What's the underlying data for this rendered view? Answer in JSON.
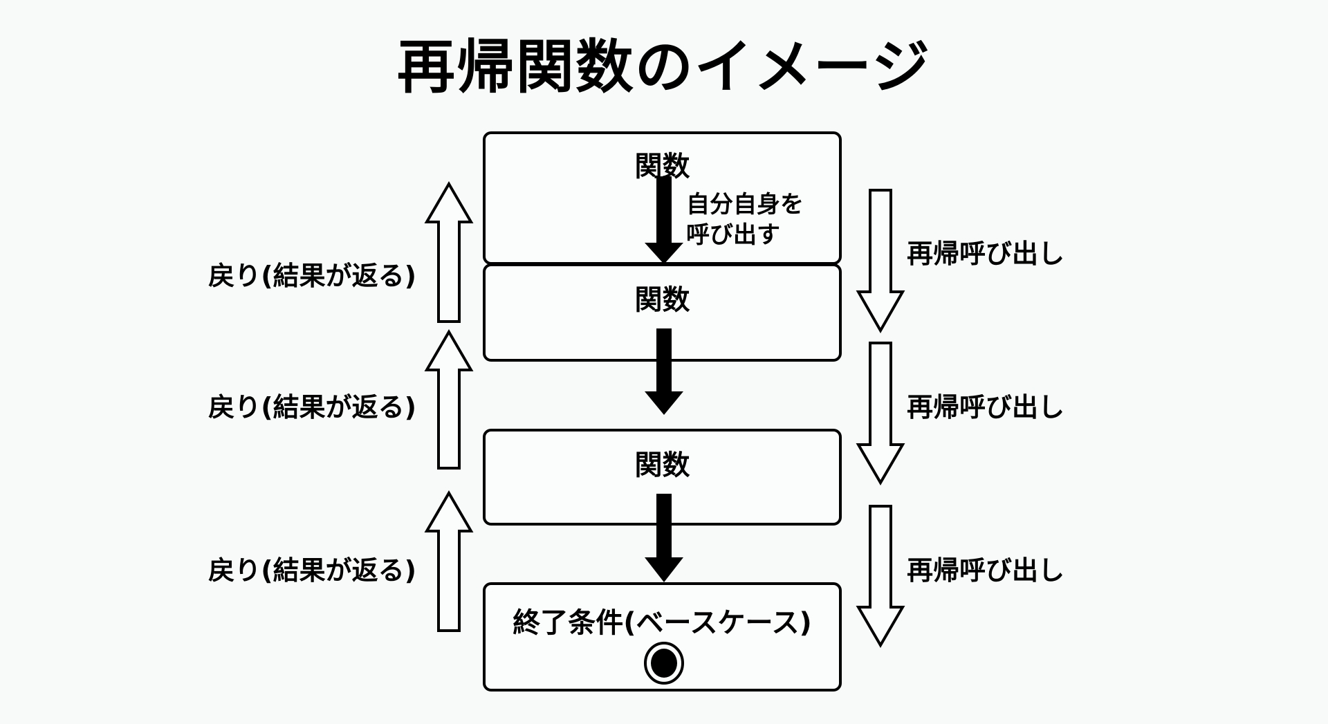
{
  "title": "再帰関数のイメージ",
  "boxes": [
    {
      "label": "関数"
    },
    {
      "label": "関数"
    },
    {
      "label": "関数"
    },
    {
      "label": "終了条件(ベースケース)"
    }
  ],
  "self_call_note": {
    "line1": "自分自身を",
    "line2": "呼び出す"
  },
  "left_labels": [
    "戻り(結果が返る)",
    "戻り(結果が返る)",
    "戻り(結果が返る)"
  ],
  "right_labels": [
    "再帰呼び出し",
    "再帰呼び出し",
    "再帰呼び出し"
  ]
}
